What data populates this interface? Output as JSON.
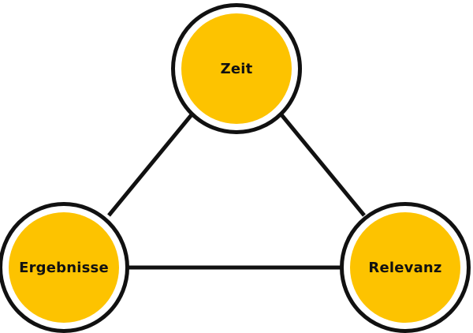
{
  "diagram": {
    "type": "triangle",
    "colors": {
      "node_fill": "#FDC300",
      "node_ring": "#FFFFFF",
      "outline": "#111111",
      "edge": "#111111",
      "background": "#FFFFFF"
    },
    "nodes": [
      {
        "id": "zeit",
        "label": "Zeit"
      },
      {
        "id": "ergebnisse",
        "label": "Ergebnisse"
      },
      {
        "id": "relevanz",
        "label": "Relevanz"
      }
    ],
    "edges": [
      {
        "from": "zeit",
        "to": "ergebnisse"
      },
      {
        "from": "zeit",
        "to": "relevanz"
      },
      {
        "from": "ergebnisse",
        "to": "relevanz"
      }
    ]
  }
}
